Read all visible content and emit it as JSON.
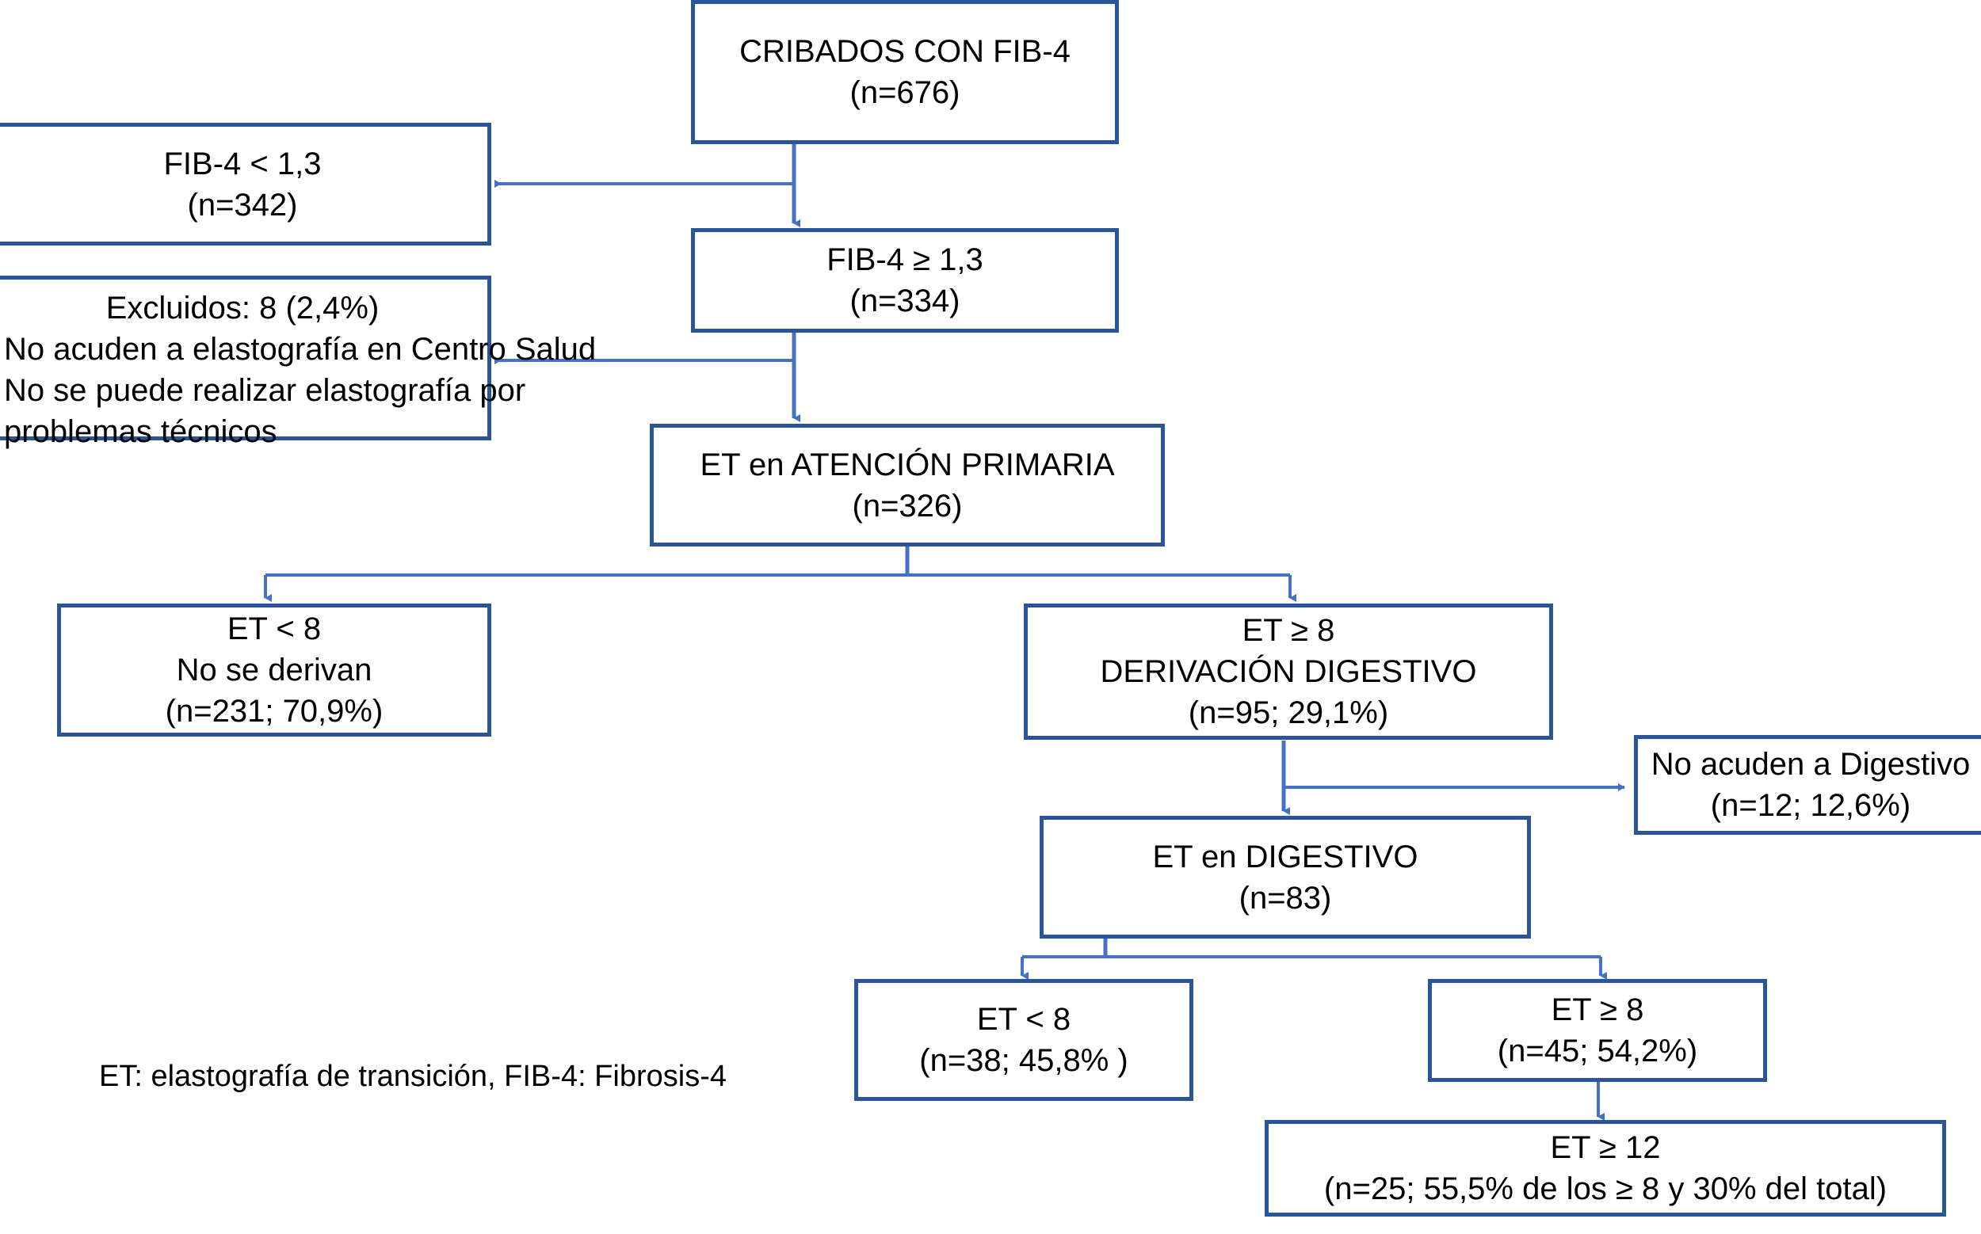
{
  "diagram": {
    "title": "Flujograma de cribado con FIB-4 y elastografía de transición",
    "colors": {
      "box_border": "#2a5599",
      "connector": "#4472c4",
      "text": "#000000",
      "background": "#ffffff"
    },
    "legend": "ET: elastografía de transición, FIB-4: Fibrosis-4",
    "nodes": [
      {
        "id": "cribados",
        "lines": [
          "CRIBADOS CON FIB-4",
          "(n=676)"
        ]
      },
      {
        "id": "fib4-bajo",
        "lines": [
          "FIB-4 < 1,3",
          "(n=342)"
        ]
      },
      {
        "id": "fib4-alto",
        "lines": [
          "FIB-4 ≥ 1,3",
          "(n=334)"
        ]
      },
      {
        "id": "excluidos",
        "lines": [
          "Excluidos: 8 (2,4%)",
          "No acuden a elastografía en Centro Salud",
          "No se puede realizar elastografía por",
          "problemas técnicos"
        ]
      },
      {
        "id": "et-primaria",
        "lines": [
          "ET en ATENCIÓN PRIMARIA",
          "(n=326)"
        ]
      },
      {
        "id": "et-menor8-ap",
        "lines": [
          "ET < 8",
          "No se derivan",
          "(n=231; 70,9%)"
        ]
      },
      {
        "id": "et-mayor8-ap",
        "lines": [
          "ET ≥ 8",
          "DERIVACIÓN DIGESTIVO",
          "(n=95; 29,1%)"
        ]
      },
      {
        "id": "no-acuden-digestivo",
        "lines": [
          "No acuden a Digestivo",
          "(n=12; 12,6%)"
        ]
      },
      {
        "id": "et-digestivo",
        "lines": [
          "ET en DIGESTIVO",
          "(n=83)"
        ]
      },
      {
        "id": "et-menor8-dig",
        "lines": [
          "ET < 8",
          "(n=38; 45,8% )"
        ]
      },
      {
        "id": "et-mayor8-dig",
        "lines": [
          "ET ≥ 8",
          "(n=45; 54,2%)"
        ]
      },
      {
        "id": "et-mayor12",
        "lines": [
          "ET ≥ 12",
          "(n=25; 55,5% de los ≥ 8 y 30% del total)"
        ]
      }
    ]
  }
}
